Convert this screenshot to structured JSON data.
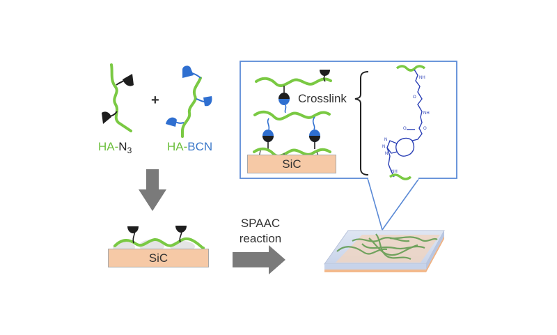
{
  "title": "SPAAC crosslinked HA hydrogel on SiC schematic",
  "reactants": {
    "left": {
      "prefix": "HA-",
      "main": "N",
      "subscript": "3"
    },
    "plus": "+",
    "right": {
      "prefix": "HA-",
      "main": "BCN"
    }
  },
  "substrate_label": "SiC",
  "reaction_label": {
    "line1": "SPAAC",
    "line2": "reaction"
  },
  "inset": {
    "crosslink_label": "Crosslink",
    "substrate_label": "SiC",
    "structure_atoms": [
      "NH",
      "O",
      "NH",
      "O",
      "O",
      "N",
      "N",
      "N",
      "NH"
    ]
  },
  "colors": {
    "ha_green": "#7ac943",
    "azide_black": "#1e1e1e",
    "bcn_blue": "#2f6fd0",
    "arrow_gray": "#7a7a7a",
    "sic_fill": "#f6c9a6",
    "inset_border": "#5b8ad6",
    "structure_blue": "#2a3fb5"
  }
}
